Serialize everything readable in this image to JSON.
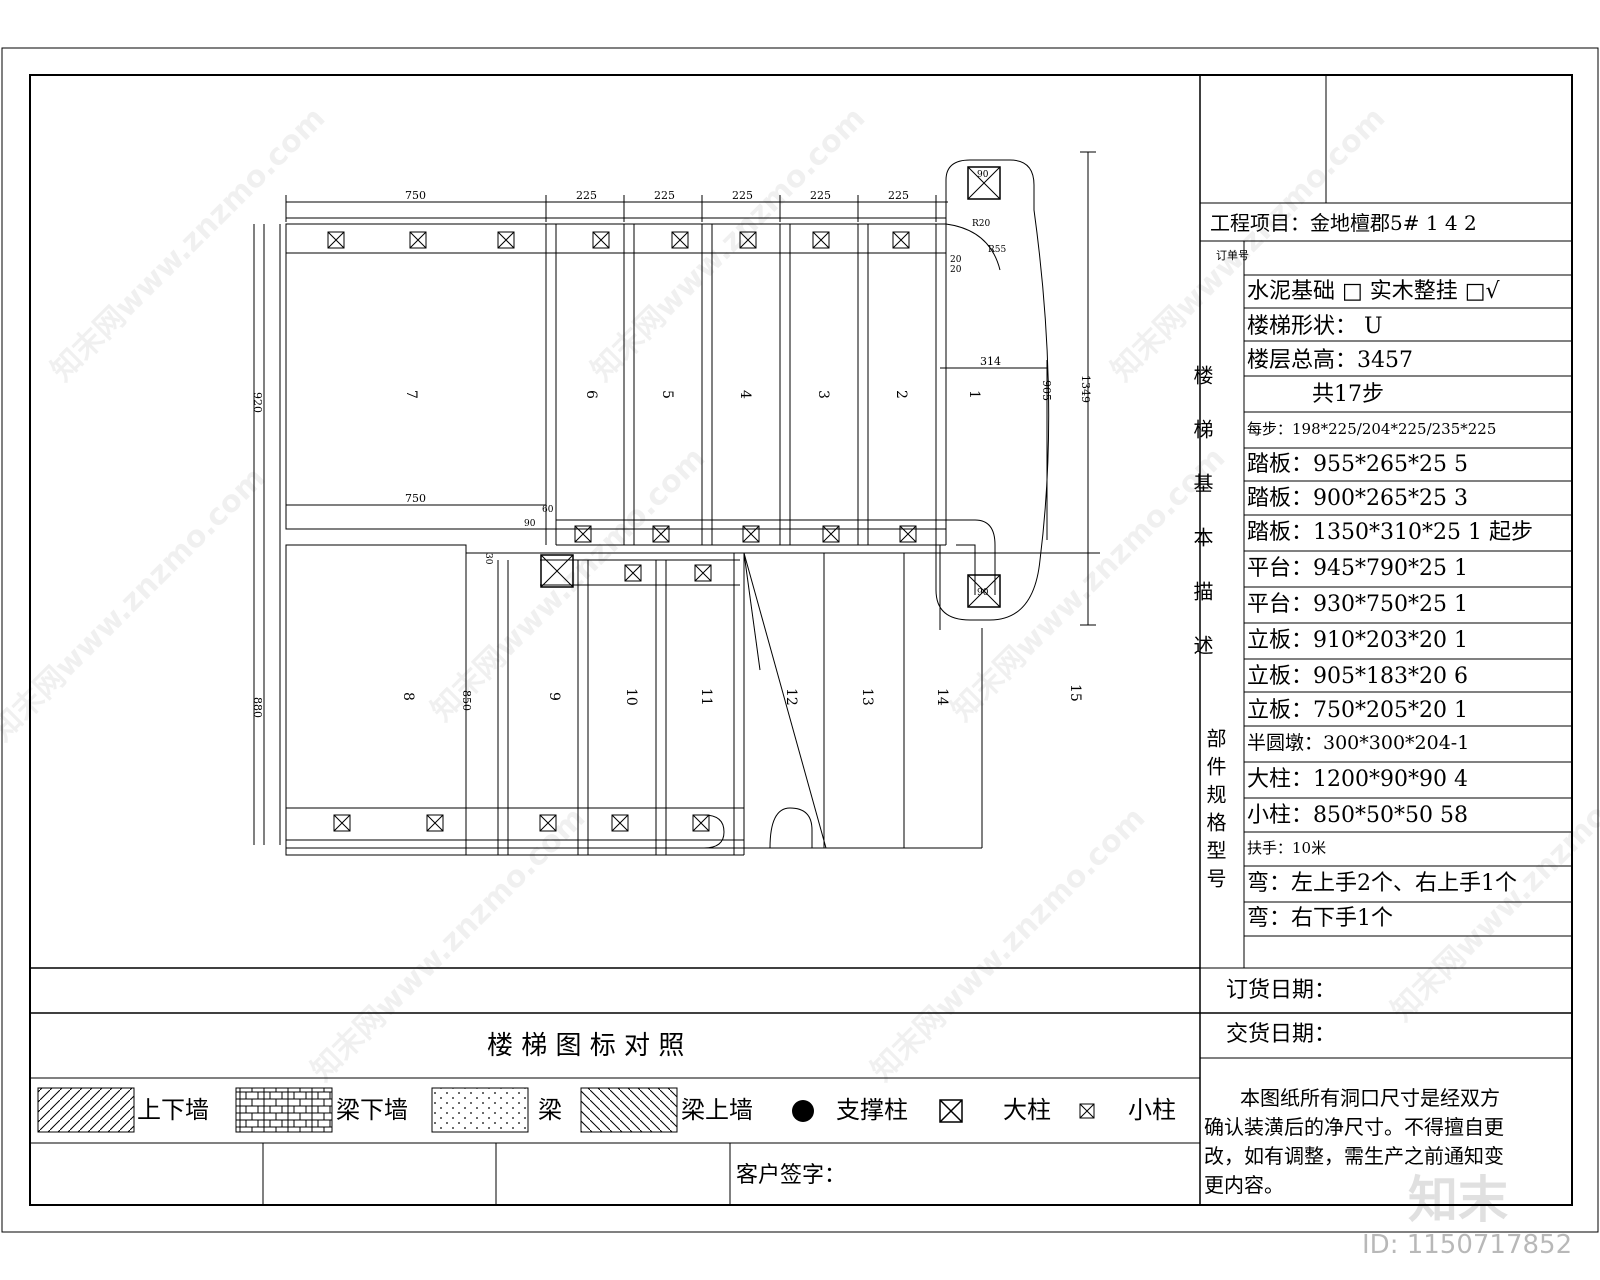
{
  "drawing": {
    "dims_top": [
      "750",
      "225",
      "225",
      "225",
      "225",
      "225"
    ],
    "dims_left": [
      "920",
      "880"
    ],
    "dims_right": [
      "905",
      "1349"
    ],
    "dim_inner": [
      "750",
      "314",
      "850",
      "60",
      "90",
      "30",
      "20",
      "20",
      "R20",
      "R55"
    ],
    "post_labels": [
      "90",
      "90"
    ],
    "steps": [
      "1",
      "2",
      "3",
      "4",
      "5",
      "6",
      "7",
      "8",
      "9",
      "10",
      "11",
      "12",
      "13",
      "14",
      "15"
    ]
  },
  "spec": {
    "project": "工程项目：金地檀郡5# 1 4 2",
    "order_no": "订单号",
    "foundation": "水泥基础 □ 实木整挂 □√",
    "shape": "楼梯形状：   U",
    "total_height": "楼层总高：3457",
    "steps_total": "共17步",
    "per_step": "每步：198*225/204*225/235*225",
    "side_title_1": "楼梯基本描述",
    "side_title_2": "部件规格型号",
    "rows": [
      "踏板：955*265*25 5",
      "踏板：900*265*25 3",
      "踏板：1350*310*25 1 起步",
      "平台：945*790*25 1",
      "平台：930*750*25 1",
      "立板：910*203*20 1",
      "立板：905*183*20 6",
      "立板：750*205*20 1",
      "半圆墩：300*300*204-1",
      "大柱：1200*90*90 4",
      "小柱：850*50*50 58",
      "扶手：10米",
      "弯：左上手2个、右上手1个",
      "弯：右下手1个"
    ],
    "order_date": "订货日期：",
    "delivery_date": "交货日期：",
    "note": [
      "本图纸所有洞口尺寸是经双方",
      "确认装潢后的净尺寸。不得擅自更",
      "改，如有调整，需生产之前通知变",
      "更内容。"
    ]
  },
  "legend": {
    "title": "楼 梯 图 标 对 照",
    "items": [
      "上下墙",
      "梁下墙",
      "梁",
      "梁上墙",
      "支撑柱",
      "大柱",
      "小柱"
    ],
    "signature": "客户签字："
  },
  "watermark": {
    "text": "知末网www.znzmo.com",
    "logo": "知末",
    "id": "ID: 1150717852"
  }
}
